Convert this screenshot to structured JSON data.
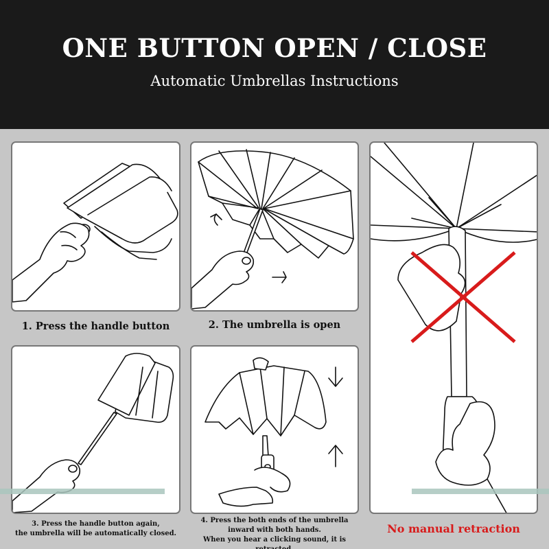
{
  "header": {
    "title": "ONE BUTTON OPEN / CLOSE",
    "subtitle": "Automatic Umbrellas Instructions"
  },
  "steps": [
    {
      "caption": "1. Press the handle button"
    },
    {
      "caption": "2. The umbrella is open"
    },
    {
      "caption_line1": "3. Press the handle button again,",
      "caption_line2": "the umbrella will be automatically closed."
    },
    {
      "caption_line1": "4. Press the both ends of the umbrella",
      "caption_line2": "inward with both hands.",
      "caption_line3": "When you hear a clicking sound, it is retracted."
    },
    {
      "caption": "No manual retraction"
    }
  ],
  "colors": {
    "header_bg": "#1a1a1a",
    "page_bg": "#c6c6c6",
    "warning_red": "#d81b1b"
  }
}
